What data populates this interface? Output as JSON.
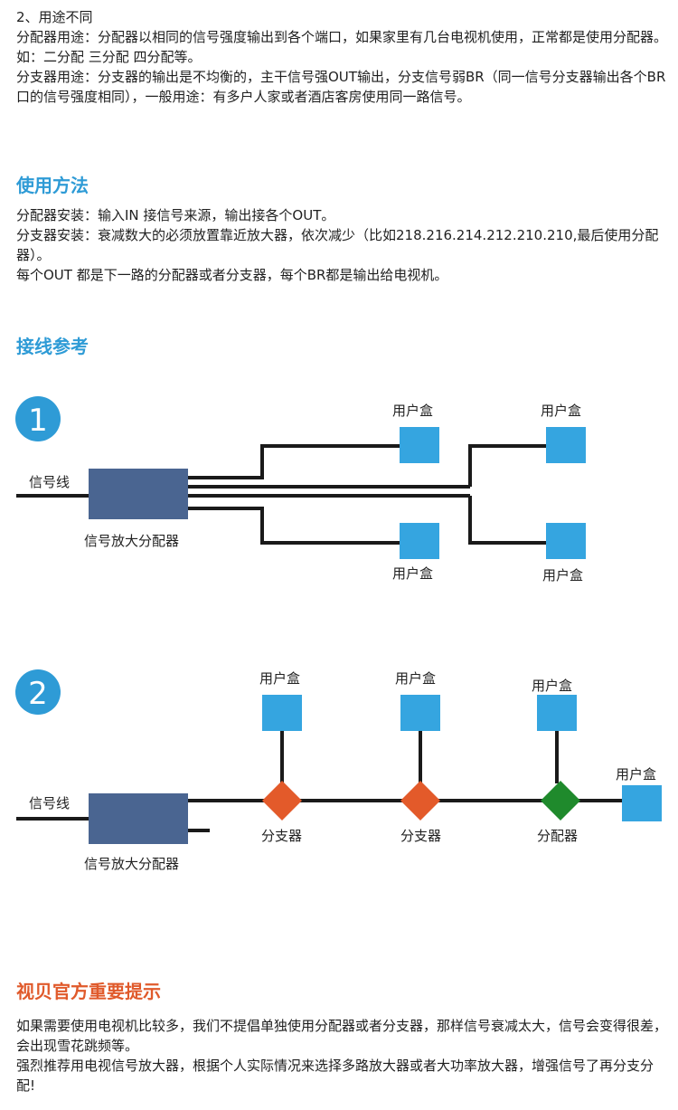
{
  "intro": {
    "section_title": "2、用途不同",
    "splitter_use": "分配器用途：分配器以相同的信号强度输出到各个端口，如果家里有几台电视机使用，正常都是使用分配器。如：二分配 三分配 四分配等。",
    "tap_use": "分支器用途：分支器的输出是不均衡的，主干信号强OUT输出，分支信号弱BR（同一信号分支器输出各个BR口的信号强度相同），一般用途：有多户人家或者酒店客房使用同一路信号。"
  },
  "usage": {
    "title": "使用方法",
    "lines": [
      "分配器安装：输入IN 接信号来源，输出接各个OUT。",
      "分支器安装：衰减数大的必须放置靠近放大器，依次减少（比如218.216.214.212.210.210,最后使用分配器）。",
      "每个OUT 都是下一路的分配器或者分支器，每个BR都是输出给电视机。"
    ]
  },
  "wiring": {
    "title": "接线参考",
    "diagram1": {
      "number": "1",
      "signal_label": "信号线",
      "amp_label": "信号放大分配器",
      "box_labels": [
        "用户盒",
        "用户盒",
        "用户盒",
        "用户盒"
      ]
    },
    "diagram2": {
      "number": "2",
      "signal_label": "信号线",
      "amp_label": "信号放大分配器",
      "box_labels": [
        "用户盒",
        "用户盒",
        "用户盒",
        "用户盒"
      ],
      "node_labels": [
        "分支器",
        "分支器",
        "分配器"
      ]
    }
  },
  "notice": {
    "title": "视贝官方重要提示",
    "lines": [
      "如果需要使用电视机比较多，我们不提倡单独使用分配器或者分支器，那样信号衰减太大，信号会变得很差，会出现雪花跳频等。",
      "强烈推荐用电视信号放大器，根据个人实际情况来选择多路放大器或者大功率放大器，增强信号了再分支分配!"
    ]
  },
  "colors": {
    "accent_blue": "#2e9bd6",
    "notice_red": "#e05a2b",
    "amp_box": "#4a6591",
    "user_box": "#35a5e0",
    "tap_node": "#e35a2a",
    "splitter_node": "#1f8a2c",
    "wire": "#1a1a1a"
  }
}
